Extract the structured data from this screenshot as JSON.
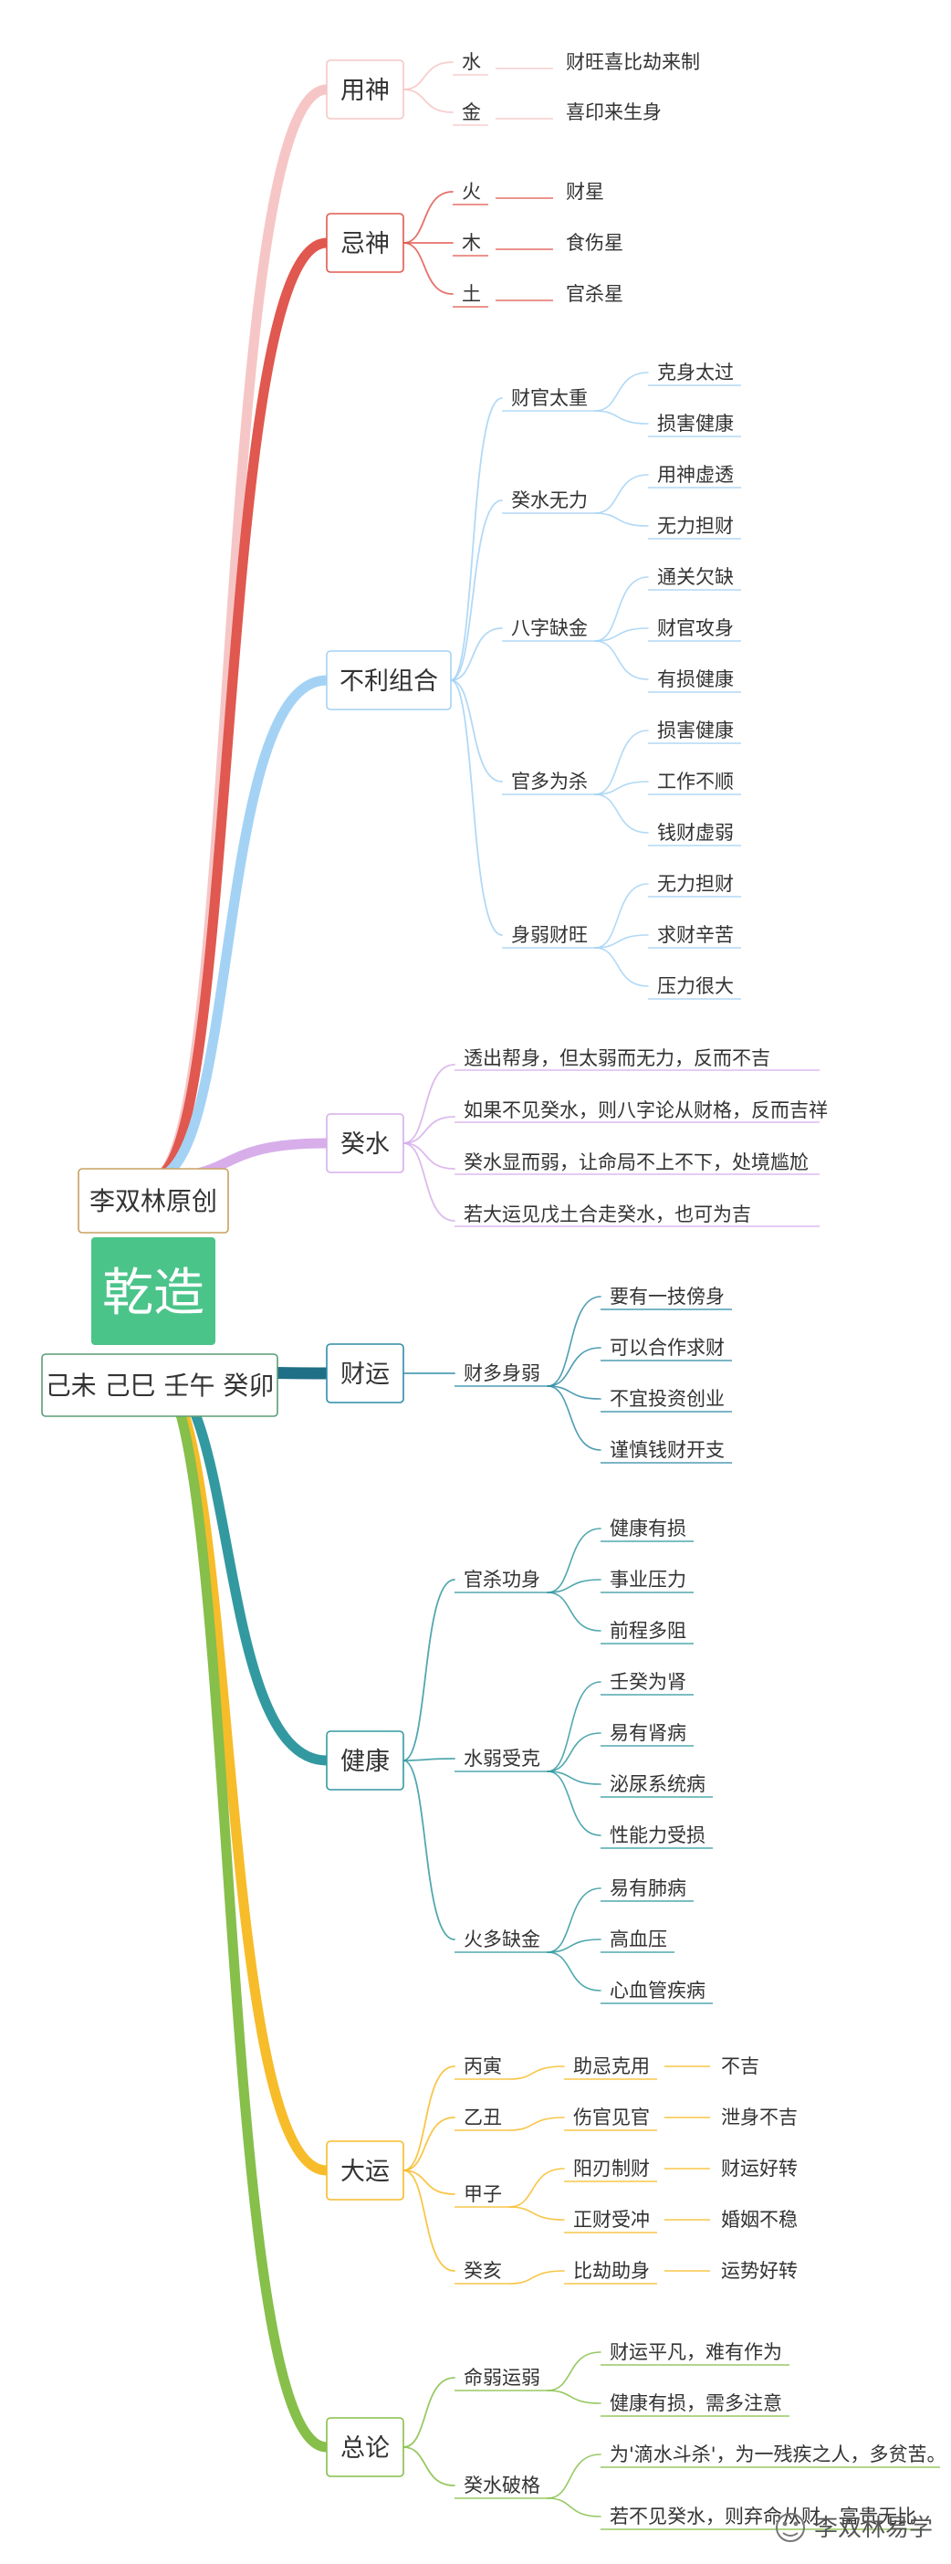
{
  "center": {
    "title": "乾造",
    "author": "李双林原创",
    "chart": "己未 己巳 壬午 癸卯",
    "color": "#4bc48a"
  },
  "watermark": "李双林易学",
  "branches": [
    {
      "label": "用神",
      "color": "#f6c6c6",
      "children": [
        {
          "label": "水",
          "children": [
            {
              "label": "财旺喜比劫来制"
            }
          ]
        },
        {
          "label": "金",
          "children": [
            {
              "label": "喜印来生身"
            }
          ]
        }
      ]
    },
    {
      "label": "忌神",
      "color": "#e0584f",
      "children": [
        {
          "label": "火",
          "children": [
            {
              "label": "财星"
            }
          ]
        },
        {
          "label": "木",
          "children": [
            {
              "label": "食伤星"
            }
          ]
        },
        {
          "label": "土",
          "children": [
            {
              "label": "官杀星"
            }
          ]
        }
      ]
    },
    {
      "label": "不利组合",
      "color": "#a4d2f4",
      "children": [
        {
          "label": "财官太重",
          "children": [
            {
              "label": "克身太过"
            },
            {
              "label": "损害健康"
            }
          ]
        },
        {
          "label": "癸水无力",
          "children": [
            {
              "label": "用神虚透"
            },
            {
              "label": "无力担财"
            }
          ]
        },
        {
          "label": "八字缺金",
          "children": [
            {
              "label": "通关欠缺"
            },
            {
              "label": "财官攻身"
            },
            {
              "label": "有损健康"
            }
          ]
        },
        {
          "label": "官多为杀",
          "children": [
            {
              "label": "损害健康"
            },
            {
              "label": "工作不顺"
            },
            {
              "label": "钱财虚弱"
            }
          ]
        },
        {
          "label": "身弱财旺",
          "children": [
            {
              "label": "无力担财"
            },
            {
              "label": "求财辛苦"
            },
            {
              "label": "压力很大"
            }
          ]
        }
      ]
    },
    {
      "label": "癸水",
      "color": "#d7aeea",
      "children": [
        {
          "label": "透出帮身，但太弱而无力，反而不吉"
        },
        {
          "label": "如果不见癸水，则八字论从财格，反而吉祥"
        },
        {
          "label": "癸水显而弱，让命局不上不下，处境尴尬"
        },
        {
          "label": "若大运见戊土合走癸水，也可为吉"
        }
      ]
    },
    {
      "label": "财运",
      "color": "#1f6f86",
      "children": [
        {
          "label": "财多身弱",
          "children": [
            {
              "label": "要有一技傍身"
            },
            {
              "label": "可以合作求财"
            },
            {
              "label": "不宜投资创业"
            },
            {
              "label": "谨慎钱财开支"
            }
          ]
        }
      ]
    },
    {
      "label": "健康",
      "color": "#3399a0",
      "children": [
        {
          "label": "官杀功身",
          "children": [
            {
              "label": "健康有损"
            },
            {
              "label": "事业压力"
            },
            {
              "label": "前程多阻"
            }
          ]
        },
        {
          "label": "水弱受克",
          "children": [
            {
              "label": "壬癸为肾"
            },
            {
              "label": "易有肾病"
            },
            {
              "label": "泌尿系统病"
            },
            {
              "label": "性能力受损"
            }
          ]
        },
        {
          "label": "火多缺金",
          "children": [
            {
              "label": "易有肺病"
            },
            {
              "label": "高血压"
            },
            {
              "label": "心血管疾病"
            }
          ]
        }
      ]
    },
    {
      "label": "大运",
      "color": "#f7bc2a",
      "children": [
        {
          "label": "丙寅",
          "children": [
            {
              "label": "助忌克用",
              "children": [
                {
                  "label": "不吉"
                }
              ]
            }
          ]
        },
        {
          "label": "乙丑",
          "children": [
            {
              "label": "伤官见官",
              "children": [
                {
                  "label": "泄身不吉"
                }
              ]
            }
          ]
        },
        {
          "label": "甲子",
          "children": [
            {
              "label": "阳刃制财",
              "children": [
                {
                  "label": "财运好转"
                }
              ]
            },
            {
              "label": "正财受冲",
              "children": [
                {
                  "label": "婚姻不稳"
                }
              ]
            }
          ]
        },
        {
          "label": "癸亥",
          "children": [
            {
              "label": "比劫助身",
              "children": [
                {
                  "label": "运势好转"
                }
              ]
            }
          ]
        }
      ]
    },
    {
      "label": "总论",
      "color": "#86bf4a",
      "children": [
        {
          "label": "命弱运弱",
          "children": [
            {
              "label": "财运平凡，难有作为"
            },
            {
              "label": "健康有损，需多注意"
            }
          ]
        },
        {
          "label": "癸水破格",
          "children": [
            {
              "label": "为'滴水斗杀'，为一残疾之人，多贫苦。"
            },
            {
              "label": "若不见癸水，则弃命从财，富贵无比"
            }
          ]
        }
      ]
    }
  ]
}
